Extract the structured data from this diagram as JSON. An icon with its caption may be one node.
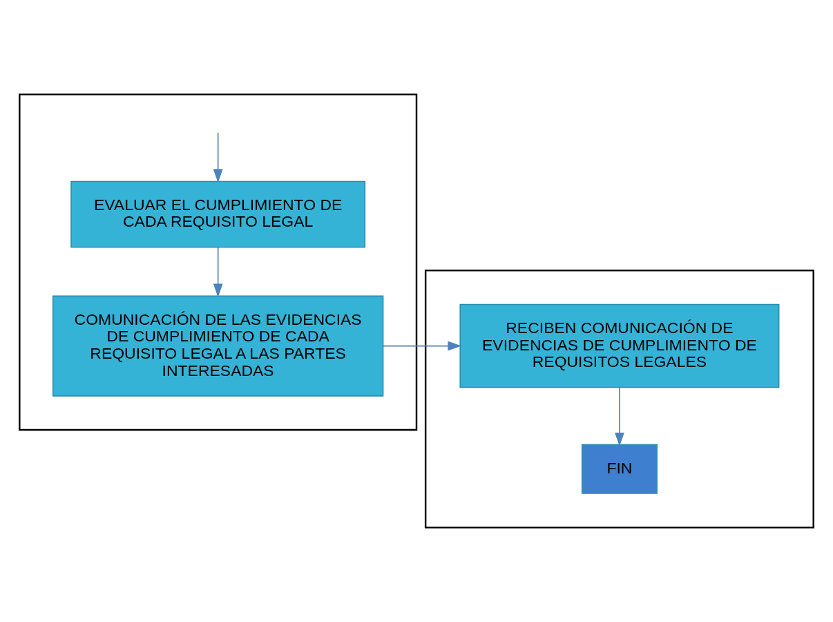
{
  "diagram": {
    "nodes": [
      {
        "text": [],
        "shape": "box"
      },
      {
        "text": [],
        "shape": "box"
      },
      {
        "text": [
          "EVALUAR EL CUMPLIMIENTO DE CADA REQUISITO LEGAL"
        ],
        "in": 0
      },
      {
        "text": [
          "COMUNICACIÓN DE LAS EVIDENCIAS DE CUMPLIMIENTO DE CADA REQUISITO LEGAL A LAS PARTES INTERESADAS"
        ],
        "in": 0
      },
      {
        "text": [
          "RECIBEN COMUNICACIÓN DE EVIDENCIAS DE CUMPLIMIENTO DE REQUISITOS LEGALES"
        ],
        "in": 1
      },
      {
        "text": [
          "FIN"
        ],
        "in": 1
      }
    ],
    "edges": [
      {
        "from": null,
        "to": 2,
        "arrow": "to"
      },
      {
        "from": 2,
        "to": 3,
        "arrow": "to"
      },
      {
        "from": 3,
        "to": 4,
        "arrow": "to"
      },
      {
        "from": 4,
        "to": 5,
        "arrow": "to"
      }
    ]
  }
}
